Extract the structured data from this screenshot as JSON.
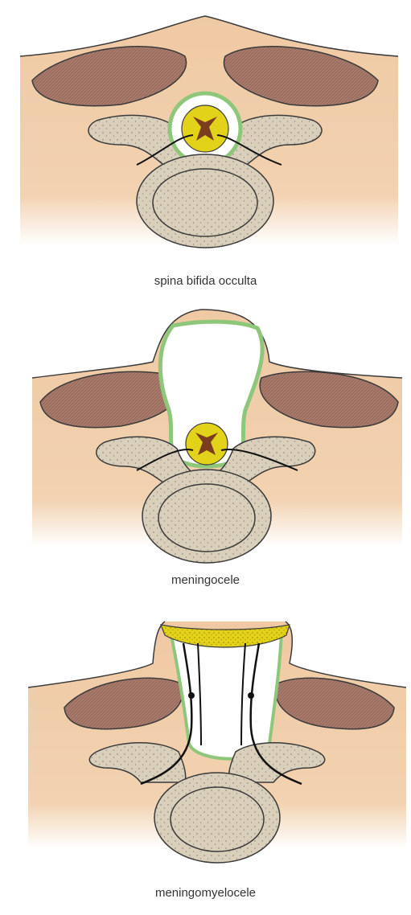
{
  "figure": {
    "panels": [
      {
        "caption": "spina bifida occulta"
      },
      {
        "caption": "meningocele"
      },
      {
        "caption": "meningomyelocele"
      }
    ]
  },
  "colors": {
    "skin": "#efc9a3",
    "muscle": "#a87b6c",
    "bone": "#d9cfbb",
    "outline": "#3a3a3a",
    "dura": "#8fc77a",
    "cord": "#e3d21a",
    "grey_matter": "#7a3d1f"
  }
}
